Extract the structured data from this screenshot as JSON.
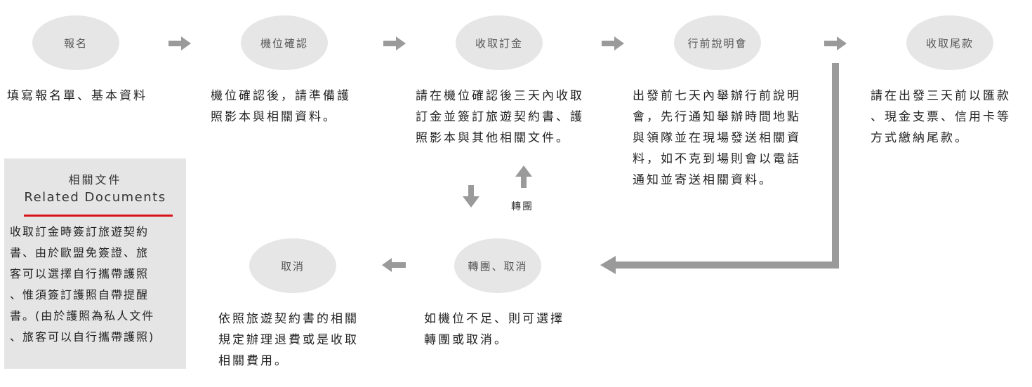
{
  "steps": [
    {
      "label": "報名",
      "desc": "填寫報名單、基本資料"
    },
    {
      "label": "機位確認",
      "desc": "機位確認後，請準備護\n照影本與相關資料。"
    },
    {
      "label": "收取訂金",
      "desc": "請在機位確認後三天內收取\n訂金並簽訂旅遊契約書、護\n照影本與其他相關文件。"
    },
    {
      "label": "行前說明會",
      "desc": "出發前七天內舉辦行前說明\n會，先行通知舉辦時間地點\n與領隊並在現場發送相關資\n料，如不克到場則會以電話\n通知並寄送相關資料。"
    },
    {
      "label": "收取尾款",
      "desc": "請在出發三天前以匯款\n、現金支票、信用卡等\n方式繳納尾款。"
    }
  ],
  "branch": {
    "transfer_cancel": {
      "label": "轉團、取消",
      "desc": "如機位不足、則可選擇\n轉團或取消。"
    },
    "cancel": {
      "label": "取消",
      "desc": "依照旅遊契約書的相關\n規定辦理退費或是收取\n相關費用。"
    },
    "transfer_label": "轉團"
  },
  "related_docs": {
    "title_zh": "相關文件",
    "title_en": "Related Documents",
    "body": "收取訂金時簽訂旅遊契約\n書、由於歐盟免簽證、旅\n客可以選擇自行攜帶護照\n、惟須簽訂護照自帶提醒\n書。(由於護照為私人文件\n、旅客可以自行攜帶護照)"
  },
  "colors": {
    "oval": "#e6e6e6",
    "arrow": "#9a9a9a",
    "panel": "#e5e5e5",
    "accent": "#d7141a"
  }
}
